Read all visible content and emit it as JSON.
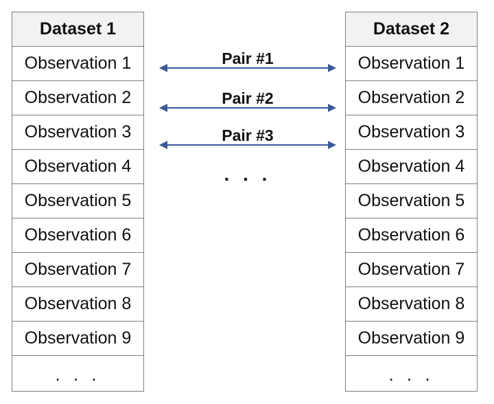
{
  "left_dataset": {
    "title": "Dataset 1",
    "rows": [
      "Observation 1",
      "Observation 2",
      "Observation 3",
      "Observation 4",
      "Observation 5",
      "Observation 6",
      "Observation 7",
      "Observation 8",
      "Observation 9",
      ". . ."
    ]
  },
  "right_dataset": {
    "title": "Dataset 2",
    "rows": [
      "Observation 1",
      "Observation 2",
      "Observation 3",
      "Observation 4",
      "Observation 5",
      "Observation 6",
      "Observation 7",
      "Observation 8",
      "Observation 9",
      ". . ."
    ]
  },
  "pairs": [
    "Pair #1",
    "Pair #2",
    "Pair #3"
  ],
  "middle_ellipsis": ". . .",
  "colors": {
    "arrow": "#3a5a9a",
    "border": "#7f7f7f",
    "header_bg": "#f2f2f2"
  }
}
